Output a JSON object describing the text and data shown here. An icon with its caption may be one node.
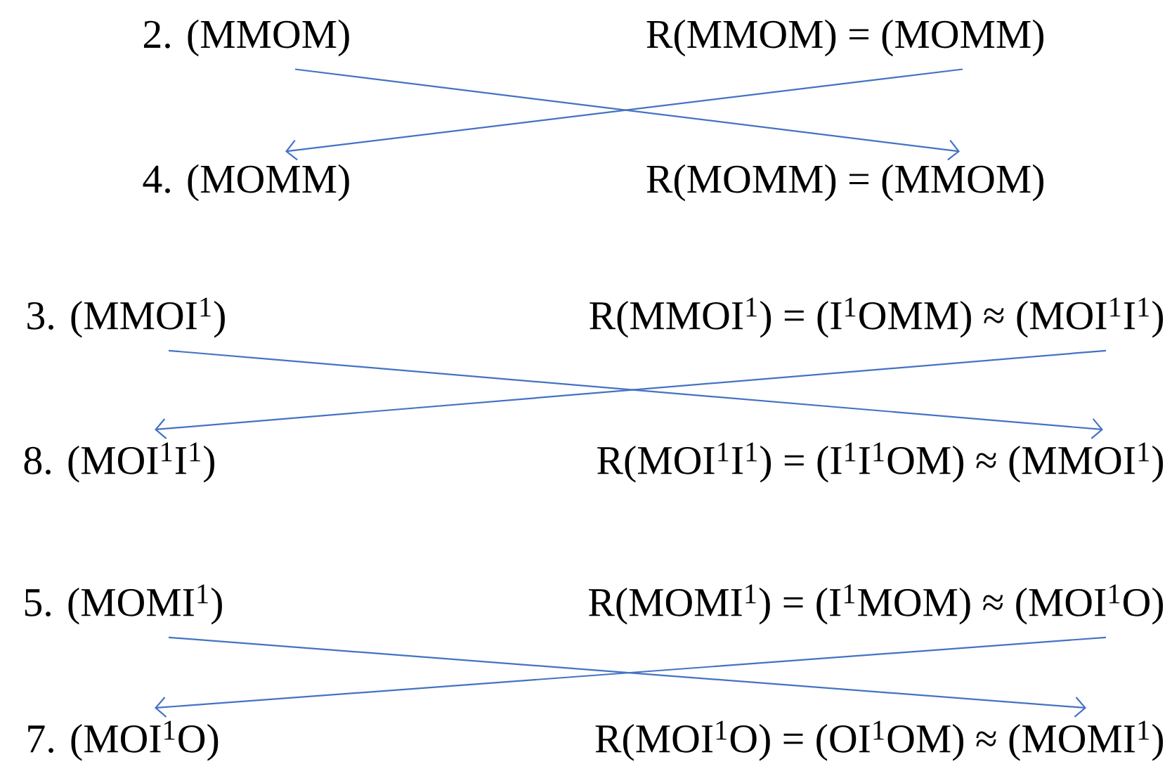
{
  "diagram": {
    "nodes": [
      {
        "text": [
          "2. (MMOM)"
        ]
      },
      {
        "text": [
          "R(MMOM) = (MOMM)"
        ]
      },
      {
        "text": [
          "4. (MOMM)"
        ]
      },
      {
        "text": [
          "R(MOMM) = (MMOM)"
        ]
      },
      {
        "text": [
          "3. (MMOI$^{1}$)"
        ]
      },
      {
        "text": [
          "R(MMOI$^{1}$) = (I$^{1}$OMM) ≈ (MOI$^{1}$I$^{1}$)"
        ]
      },
      {
        "text": [
          "8. (MOI$^{1}$I$^{1}$)"
        ]
      },
      {
        "text": [
          "R(MOI$^{1}$I$^{1}$) = (I$^{1}$I$^{1}$OM) ≈ (MMOI$^{1}$)"
        ]
      },
      {
        "text": [
          "5. (MOMI$^{1}$)"
        ]
      },
      {
        "text": [
          "R(MOMI$^{1}$) = (I$^{1}$MOM) ≈ (MOI$^{1}$O)"
        ]
      },
      {
        "text": [
          "7. (MOI$^{1}$O)"
        ]
      },
      {
        "text": [
          "R(MOI$^{1}$O) = (OI$^{1}$OM) ≈ (MOMI$^{1}$)"
        ]
      }
    ],
    "edges": [
      {
        "from": 0,
        "to": 3,
        "arrow": "to"
      },
      {
        "from": 1,
        "to": 2,
        "arrow": "to"
      },
      {
        "from": 4,
        "to": 7,
        "arrow": "to"
      },
      {
        "from": 5,
        "to": 6,
        "arrow": "to"
      },
      {
        "from": 8,
        "to": 11,
        "arrow": "to"
      },
      {
        "from": 9,
        "to": 10,
        "arrow": "to"
      }
    ]
  }
}
